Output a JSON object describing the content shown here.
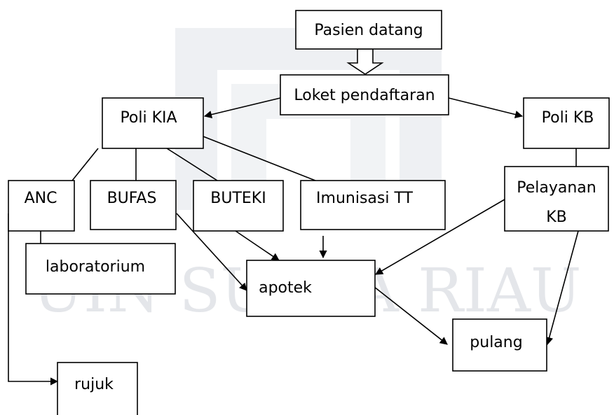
{
  "diagram": {
    "nodes": {
      "pasien_datang": {
        "label": "Pasien datang"
      },
      "loket_pendaftaran": {
        "label": "Loket pendaftaran"
      },
      "poli_kia": {
        "label": "Poli KIA"
      },
      "poli_kb": {
        "label": "Poli KB"
      },
      "anc": {
        "label": "ANC"
      },
      "bufas": {
        "label": "BUFAS"
      },
      "buteki": {
        "label": "BUTEKI"
      },
      "imunisasi_tt": {
        "label": "Imunisasi TT"
      },
      "pelayanan_kb": {
        "label_line1": "Pelayanan",
        "label_line2": "KB"
      },
      "laboratorium": {
        "label": "laboratorium"
      },
      "apotek": {
        "label": "apotek"
      },
      "pulang": {
        "label": "pulang"
      },
      "rujuk": {
        "label": "rujuk"
      }
    },
    "watermark": {
      "text": "UIN SUSKA RIAU"
    },
    "colors": {
      "stroke": "#000000",
      "background": "#ffffff",
      "watermark": "#e4e6ea"
    }
  }
}
